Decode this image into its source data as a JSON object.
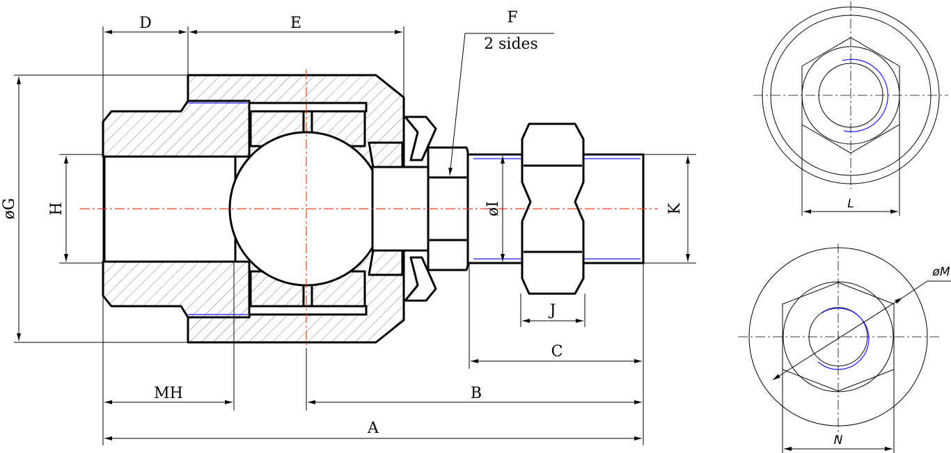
{
  "labels": {
    "D": "D",
    "E": "E",
    "F": "F",
    "F_note": "2 sides",
    "G": "øG",
    "H": "H",
    "I": "øI",
    "K": "K",
    "J": "J",
    "C": "C",
    "B": "B",
    "A": "A",
    "MH": "MH",
    "L": "L",
    "M": "øM",
    "N": "N"
  }
}
